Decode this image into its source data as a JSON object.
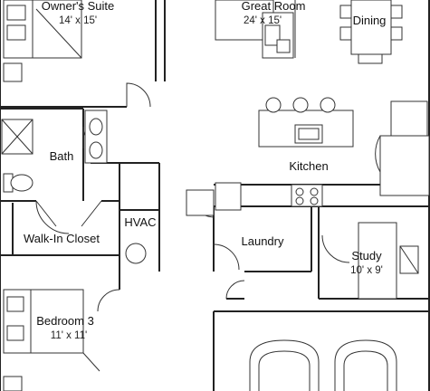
{
  "rooms": {
    "owners_suite": {
      "name": "Owner's Suite",
      "size": "14' x 15'"
    },
    "great_room": {
      "name": "Great Room",
      "size": "24' x 15'"
    },
    "dining": {
      "name": "Dining"
    },
    "kitchen": {
      "name": "Kitchen"
    },
    "bath": {
      "name": "Bath"
    },
    "walk_in_closet": {
      "name": "Walk-In Closet"
    },
    "hvac": {
      "name": "HVAC"
    },
    "laundry": {
      "name": "Laundry"
    },
    "study": {
      "name": "Study",
      "size": "10' x 9'"
    },
    "bedroom_3": {
      "name": "Bedroom 3",
      "size": "11' x 11'"
    }
  }
}
